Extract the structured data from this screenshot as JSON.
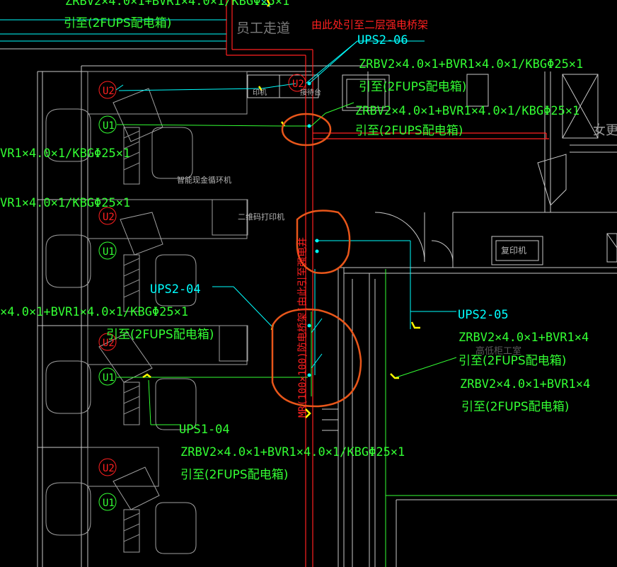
{
  "colors": {
    "background": "#000000",
    "wall": "#c8c8c8",
    "furniture": "#a0a0a0",
    "cyan": "#00ffff",
    "green": "#33ff33",
    "red": "#ff2020",
    "orange_markup": "#e8561a",
    "yellow": "#ffff00",
    "gray_text": "#b4b4b4"
  },
  "top": {
    "partial_cable_text": "ZRBV2×4.0×1+BVR1×4.0×1/KBGΦ25×1",
    "lead_text": "引至(2FUPS配电箱)",
    "corridor_label": "员工走道",
    "red_note": "由此处引至二层强电桥架"
  },
  "labels": {
    "ups2_06": "UPS2-06",
    "ups2_04": "UPS2-04",
    "ups2_05": "UPS2-05",
    "ups1_04": "UPS1-04"
  },
  "cable": {
    "full": "ZRBV2×4.0×1+BVR1×4.0×1/KBGΦ25×1",
    "left_cut_1": "VR1×4.0×1/KBGΦ25×1",
    "left_cut_2": "VR1×4.0×1/KBGΦ25×1",
    "left_cut_3": "×4.0×1+BVR1×4.0×1/KBGΦ25×1",
    "right_cut_top": "ZRBV2×4.0×1+BVR1×4.0×1/KBGΦ25×1",
    "right_cut_mid": "ZRBV2×4.0×1+BVR1×4",
    "right_cut_low": "ZRBV2×4.0×1+BVR1×4"
  },
  "leads": {
    "a": "引至(2FUPS配电箱)",
    "b": "引至(2FUPS配电箱)",
    "c": "引至(2FUPS配电箱)",
    "d": "引至(2FUPS配电箱)",
    "e": "引至(2FUPS配电箱)",
    "f": "引至(2FUPS配电箱)"
  },
  "equipment": {
    "cash_machine": "智能现金循环机",
    "qr_printer": "二维码打印机",
    "copier": "复印机",
    "printer_small": "印机",
    "receive_small": "接待台",
    "change_room": "女更",
    "faded_room": "高低柜工室"
  },
  "tray_label": "MR(100×100)防电桥架(由此引至强电井",
  "outlets": [
    "U2",
    "U1"
  ]
}
